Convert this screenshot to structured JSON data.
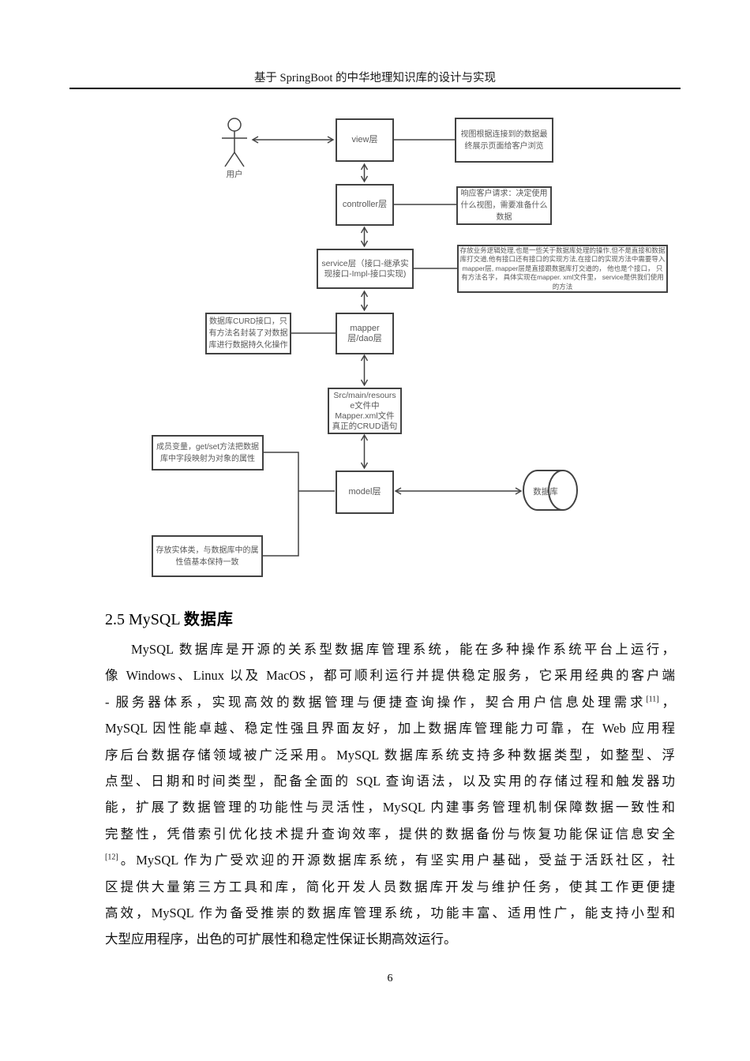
{
  "header": {
    "title": "基于 SpringBoot 的中华地理知识库的设计与实现"
  },
  "diagram": {
    "actor_label": "用户",
    "view": {
      "label": "view层",
      "note": [
        "视图根据连接到的数据最",
        "终展示页面给客户浏览"
      ]
    },
    "controller": {
      "label": "controller层",
      "note": [
        "响应客户请求：决定使用",
        "什么视图，需要准备什么",
        "数据"
      ]
    },
    "service": {
      "label": [
        "service层（接口-继承实",
        "现接口-Impl-接口实现)"
      ],
      "note": [
        "存放业务逻辑处理,也是一些关于数据库处理的操作,但不是直接和数据",
        "库打交道,他有接口还有接口的实现方法,在接口的实现方法中需要导入",
        "mapper层, mapper层是直接跟数据库打交道的， 他也是个接口， 只",
        "有方法名字， 具体实现在mapper. xml文件里， service是供我们使用",
        "的方法"
      ]
    },
    "mapper": {
      "label": [
        "mapper",
        "层/dao层"
      ],
      "note": [
        "数据库CURD接口，只",
        "有方法名封装了对数据",
        "库进行数据持久化操作"
      ]
    },
    "src": {
      "label": [
        "Src/main/resours",
        "e文件中",
        "Mapper.xml文件",
        "真正的CRUD语句"
      ]
    },
    "model": {
      "label": "model层",
      "note_member": [
        "成员变量，get/set方法把数据",
        "库中字段映射为对象的属性"
      ],
      "note_entity": [
        "存放实体类，与数据库中的属",
        "性值基本保持一致"
      ]
    },
    "database": {
      "label": "数据库"
    }
  },
  "section": {
    "heading_prefix": "2.5 MySQL",
    "heading_suffix": "数据库"
  },
  "body": {
    "lines": [
      {
        "indent": true,
        "segments": [
          {
            "t": "MySQL 数据库是开源的关系型数据库管理系统，能在多种操作系统平台上运行，"
          }
        ]
      },
      {
        "segments": [
          {
            "t": "像 Windows、Linux 以及 MacOS，都可顺利运行并提供稳定服务，它采用经典的客户端"
          }
        ]
      },
      {
        "segments": [
          {
            "t": "- 服务器体系，实现高效的数据管理与便捷查询操作，契合用户信息处理需求"
          },
          {
            "t": "[11]",
            "sup": true
          },
          {
            "t": "，"
          }
        ]
      },
      {
        "segments": [
          {
            "t": "MySQL 因性能卓越、稳定性强且界面友好，加上数据库管理能力可靠，在 Web 应用程"
          }
        ]
      },
      {
        "segments": [
          {
            "t": "序后台数据存储领域被广泛采用。MySQL 数据库系统支持多种数据类型，如整型、浮"
          }
        ]
      },
      {
        "segments": [
          {
            "t": "点型、日期和时间类型，配备全面的 SQL 查询语法，以及实用的存储过程和触发器功"
          }
        ]
      },
      {
        "segments": [
          {
            "t": "能，扩展了数据管理的功能性与灵活性，MySQL 内建事务管理机制保障数据一致性和"
          }
        ]
      },
      {
        "segments": [
          {
            "t": "完整性，凭借索引优化技术提升查询效率，提供的数据备份与恢复功能保证信息安全"
          }
        ]
      },
      {
        "segments": [
          {
            "t": "[12]",
            "sup": true
          },
          {
            "t": "。MySQL 作为广受欢迎的开源数据库系统，有坚实用户基础，受益于活跃社区，社"
          }
        ]
      },
      {
        "segments": [
          {
            "t": "区提供大量第三方工具和库，简化开发人员数据库开发与维护任务，使其工作更便捷"
          }
        ]
      },
      {
        "segments": [
          {
            "t": "高效，MySQL 作为备受推崇的数据库管理系统，功能丰富、适用性广，能支持小型和"
          }
        ]
      },
      {
        "last": true,
        "segments": [
          {
            "t": "大型应用程序，出色的可扩展性和稳定性保证长期高效运行。"
          }
        ]
      }
    ]
  },
  "footer": {
    "page_number": "6"
  }
}
